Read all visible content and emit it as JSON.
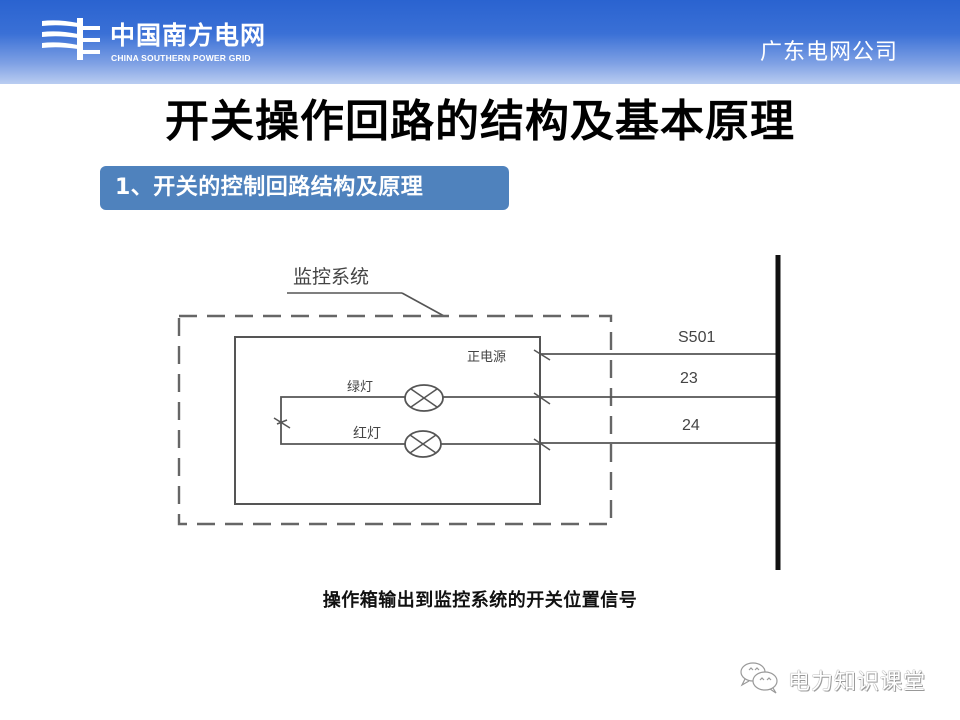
{
  "header": {
    "logo_cn": "中国南方电网",
    "logo_en": "CHINA SOUTHERN POWER GRID",
    "company": "广东电网公司",
    "colors": {
      "gradient_top": "#2a63d0",
      "gradient_bottom": "#bacdf1"
    }
  },
  "slide": {
    "title": "开关操作回路的结构及基本原理",
    "section_heading": "1、开关的控制回路结构及原理",
    "section_color": "#4f82bd",
    "caption": "操作箱输出到监控系统的开关位置信号"
  },
  "diagram": {
    "system_label": "监控系统",
    "power_label": "正电源",
    "green_lamp_label": "绿灯",
    "red_lamp_label": "红灯",
    "terminals": [
      "S501",
      "23",
      "24"
    ]
  },
  "watermark": {
    "text": "电力知识课堂",
    "icon": "wechat-icon"
  }
}
